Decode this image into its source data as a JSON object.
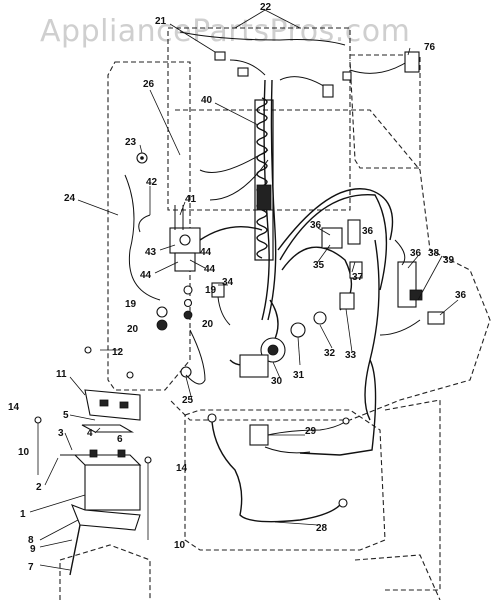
{
  "watermark": "AppliancePartsPros.com",
  "callouts": {
    "c1": "1",
    "c2": "2",
    "c3": "3",
    "c4": "4",
    "c5": "5",
    "c6": "6",
    "c7": "7",
    "c8": "8",
    "c9": "9",
    "c10a": "10",
    "c10b": "10",
    "c11": "11",
    "c12": "12",
    "c14a": "14",
    "c14b": "14",
    "c19a": "19",
    "c19b": "19",
    "c20a": "20",
    "c20b": "20",
    "c21": "21",
    "c22": "22",
    "c23": "23",
    "c24": "24",
    "c25": "25",
    "c26": "26",
    "c28": "28",
    "c29": "29",
    "c30": "30",
    "c31": "31",
    "c32": "32",
    "c33": "33",
    "c34": "34",
    "c35": "35",
    "c36a": "36",
    "c36b": "36",
    "c36c": "36",
    "c37": "37",
    "c38": "38",
    "c39": "39",
    "c40": "40",
    "c41": "41",
    "c42": "42",
    "c43": "43",
    "c44a": "44",
    "c44b": "44",
    "c76": "76"
  }
}
